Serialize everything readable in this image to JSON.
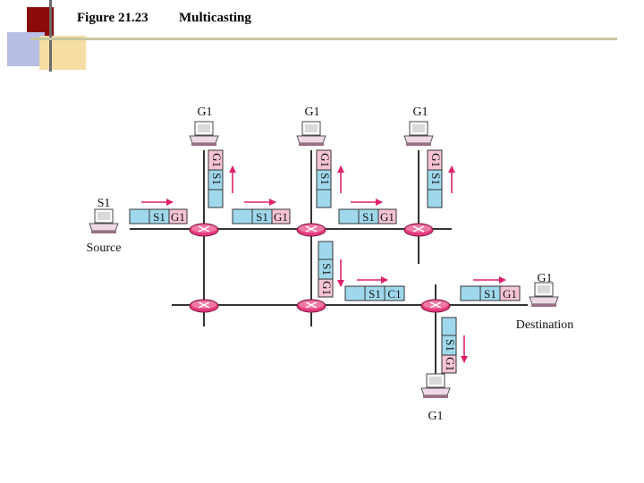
{
  "slide": {
    "figure_number": "Figure 21.23",
    "title": "Multicasting"
  },
  "diagram": {
    "source_name": "S1",
    "source_label": "Source",
    "group_label": "G1",
    "destination_label": "Destination",
    "packet_source": "S1",
    "packet_group": "G1",
    "packet_group_alt": "C1",
    "colors": {
      "network_line": "#333333",
      "packet_source_fill": "#9fd8ec",
      "packet_group_fill": "#f7c4d6",
      "router_fill": "#e83a7d",
      "arrow": "#e0206a",
      "computer_fill": "#f0d9e6"
    }
  }
}
